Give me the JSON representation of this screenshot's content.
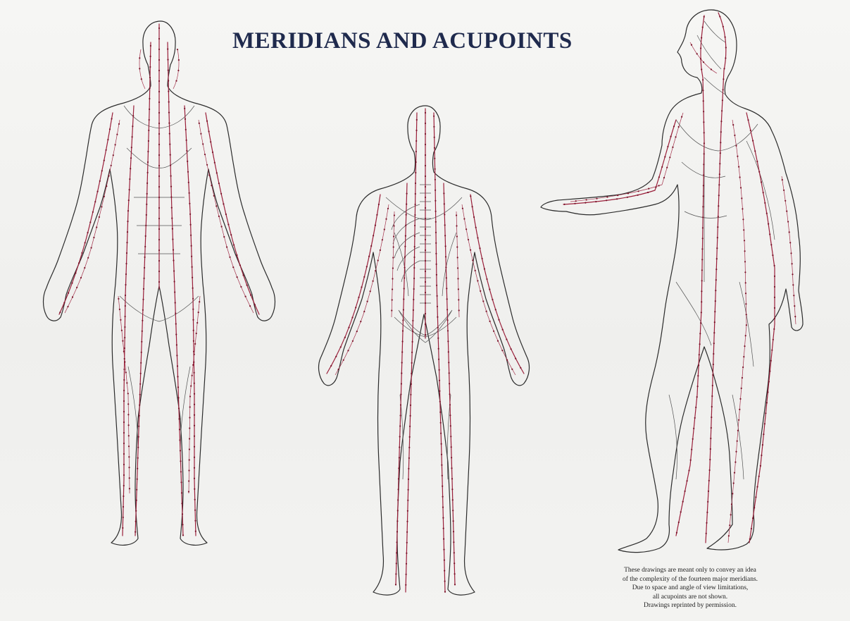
{
  "poster": {
    "title": "MERIDIANS AND ACUPOINTS",
    "caption_lines": [
      "These drawings are meant only to convey an idea",
      "of the complexity of the fourteen major meridians.",
      "Due to space and angle of view limitations,",
      "all acupoints are not shown.",
      "Drawings reprinted by permission."
    ]
  },
  "figures": [
    {
      "name": "front-view"
    },
    {
      "name": "back-view"
    },
    {
      "name": "side-view"
    }
  ],
  "colors": {
    "title": "#1f2a4d",
    "meridian": "#9a1f3a",
    "outline": "#2b2b2b",
    "background": "#f4f4f2"
  }
}
